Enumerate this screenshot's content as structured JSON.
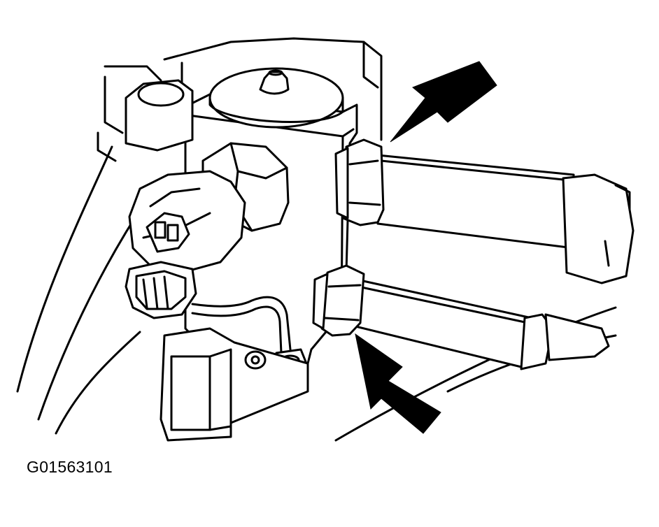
{
  "figure": {
    "code": "G01563101"
  },
  "colors": {
    "ink": "#000000",
    "paper": "#ffffff"
  },
  "callouts": [
    {
      "name": "upper-fitting-arrow",
      "points_to": "upper-line-fitting-nut"
    },
    {
      "name": "lower-fitting-arrow",
      "points_to": "lower-line-fitting-nut"
    }
  ]
}
